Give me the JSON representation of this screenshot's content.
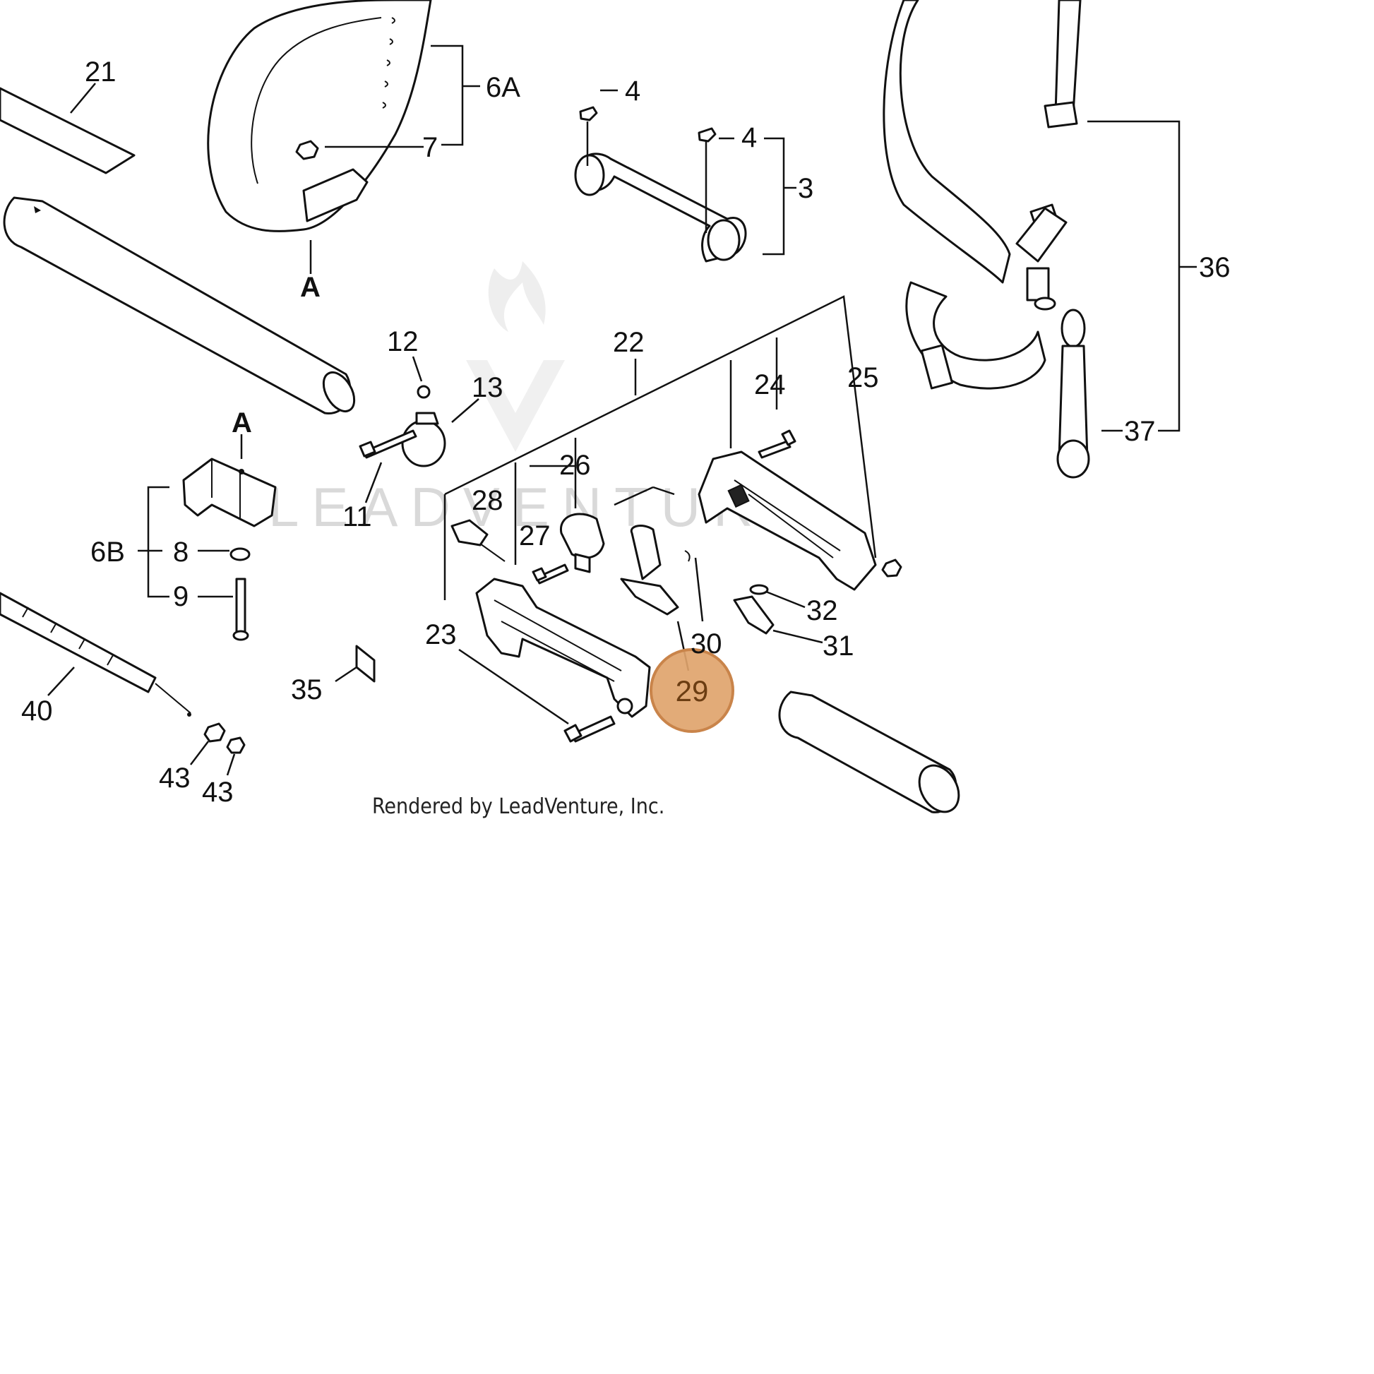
{
  "diagram": {
    "watermark": "LEADVENTURE",
    "credit": "Rendered by LeadVenture, Inc.",
    "highlighted_part": "29",
    "highlight_color": "#e0a46c",
    "callouts": {
      "c21": "21",
      "c6A": "6A",
      "c7": "7",
      "cA_top": "A",
      "c4a": "4",
      "c4b": "4",
      "c3": "3",
      "c36": "36",
      "c37": "37",
      "c12": "12",
      "c13": "13",
      "c11": "11",
      "c22": "22",
      "c24": "24",
      "c25": "25",
      "c26": "26",
      "c28": "28",
      "c27": "27",
      "cA_mid": "A",
      "c6B": "6B",
      "c8": "8",
      "c9": "9",
      "c23": "23",
      "c30": "30",
      "c31": "31",
      "c32": "32",
      "c35": "35",
      "c40": "40",
      "c43a": "43",
      "c43b": "43"
    }
  }
}
